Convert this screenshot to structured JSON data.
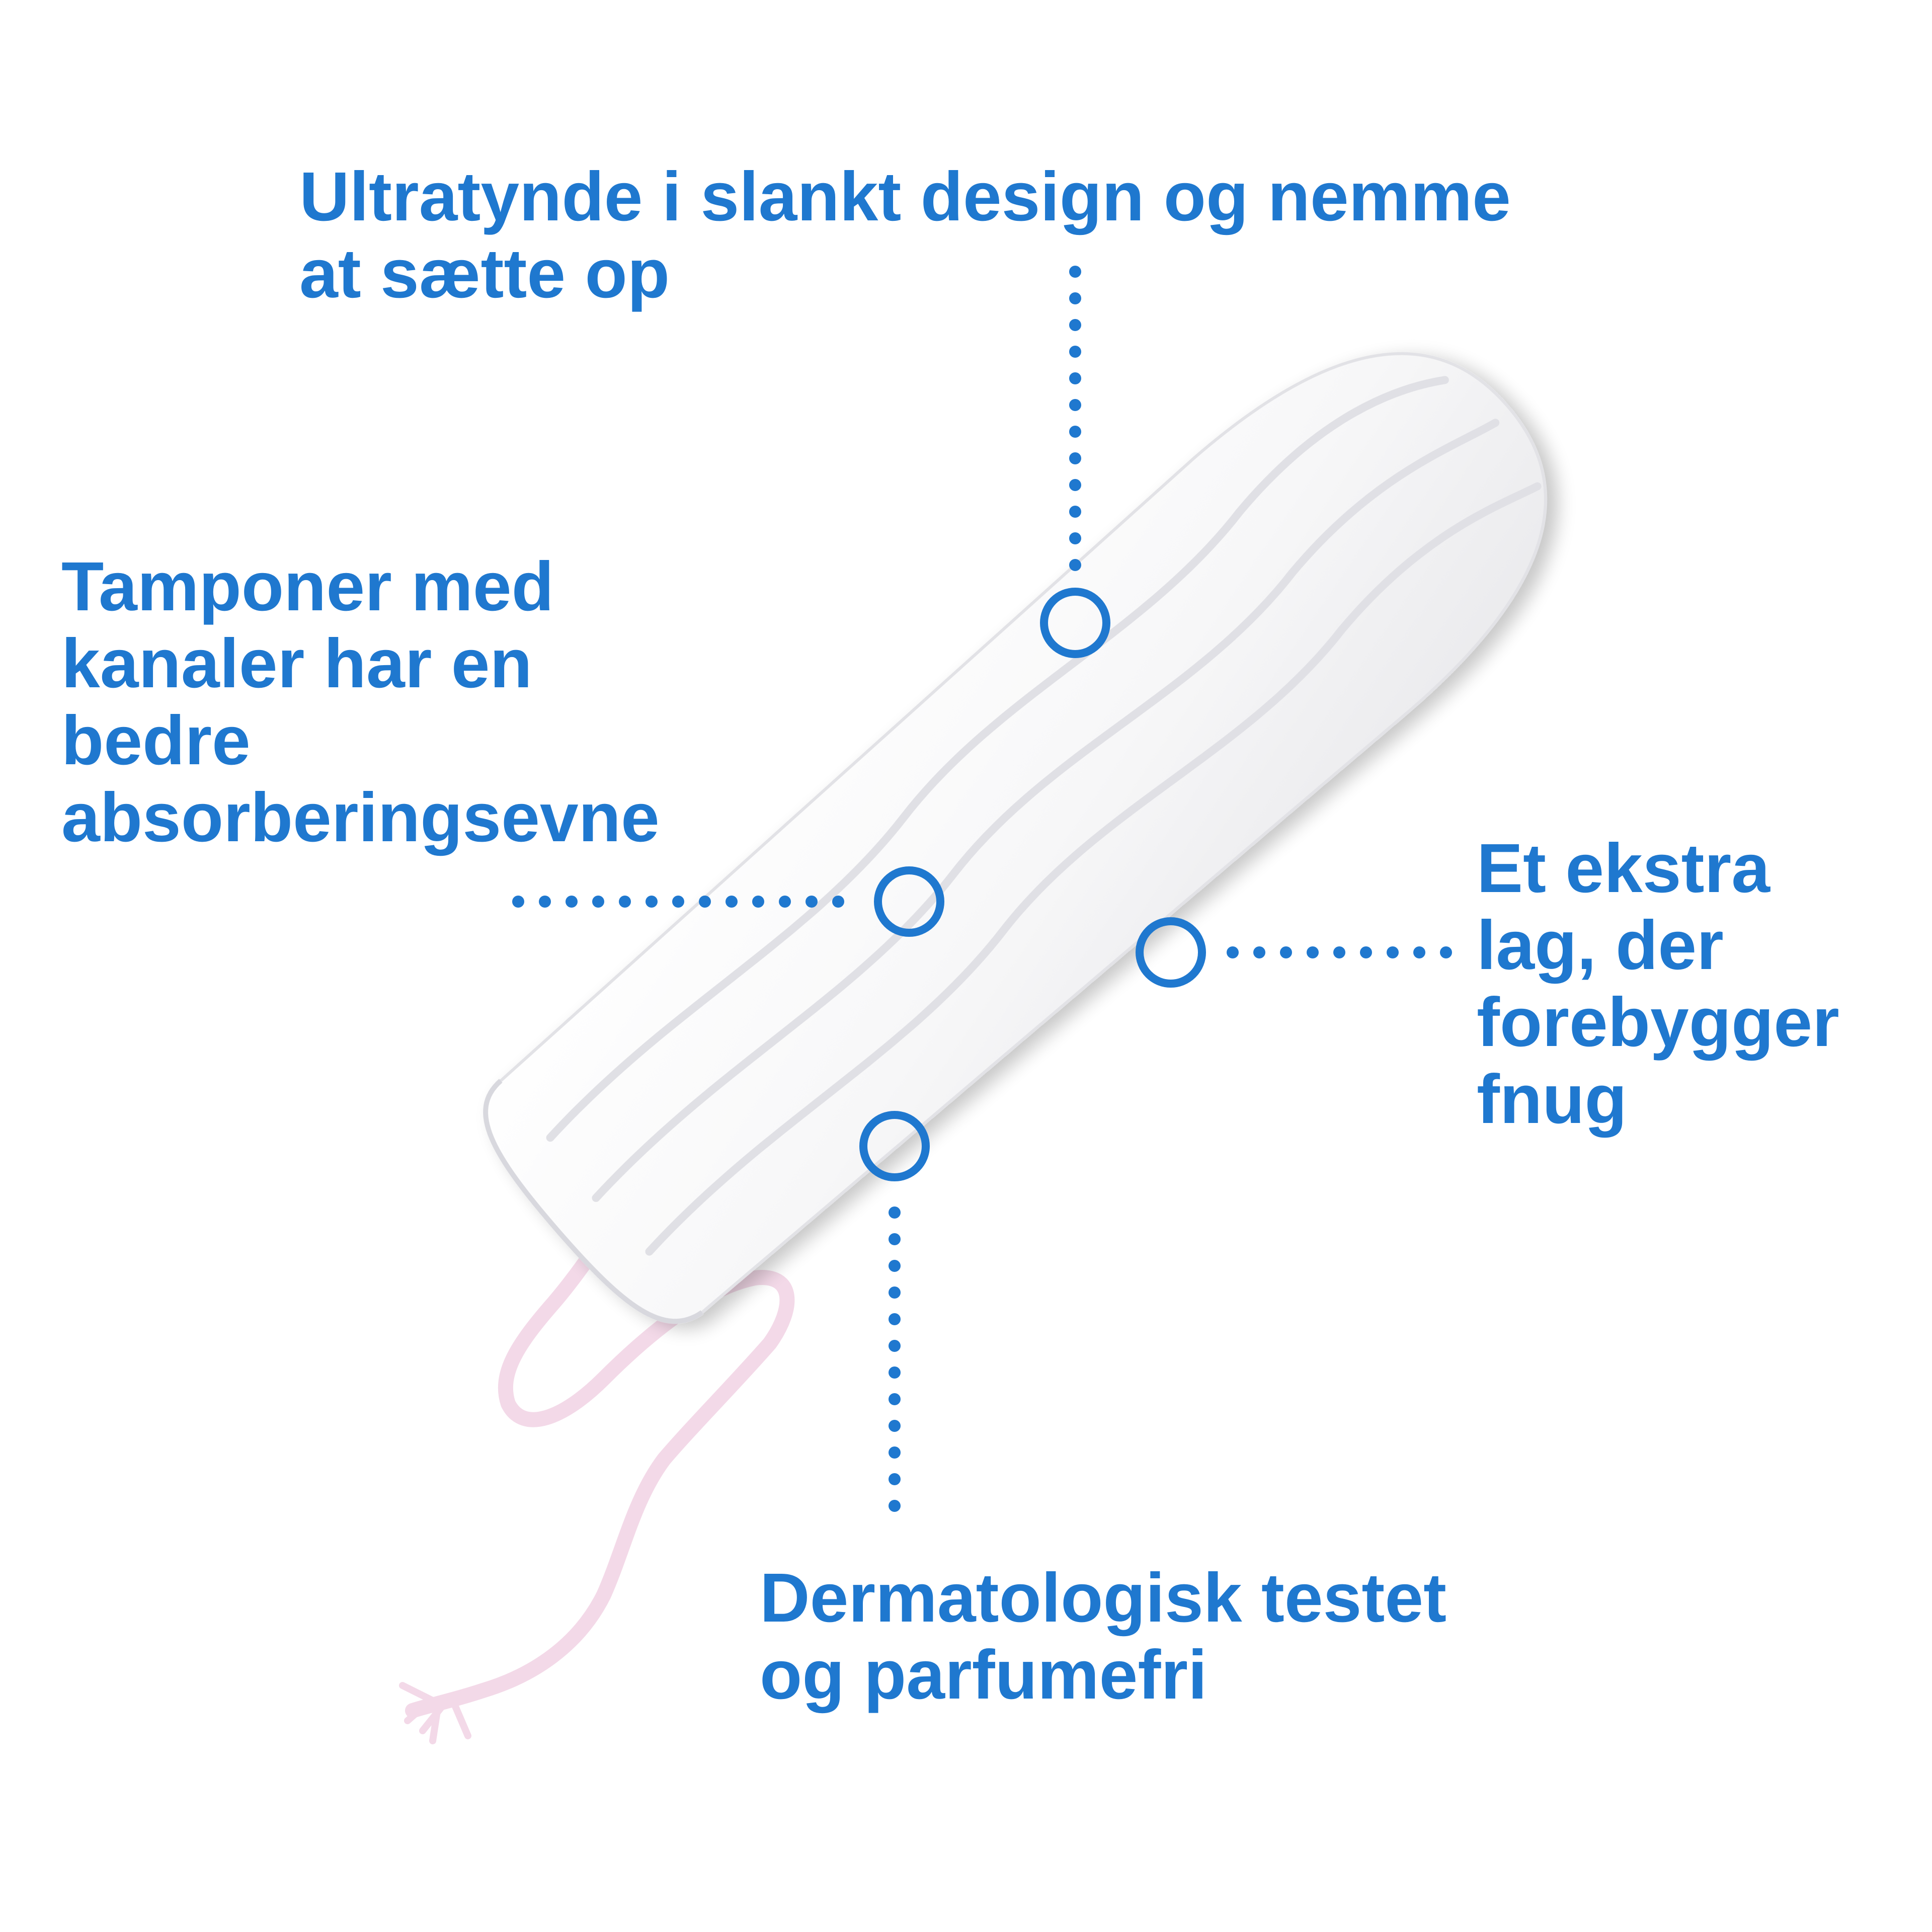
{
  "colors": {
    "accent": "#1f78cf",
    "string": "#f3d9e8",
    "background": "#ffffff"
  },
  "callouts": {
    "top": [
      "Ultratynde i slankt design og nemme",
      "at sætte op"
    ],
    "left": [
      "Tamponer med",
      "kanaler har en",
      "bedre",
      "absorberingsevne"
    ],
    "right": [
      "Et ekstra",
      "lag, der",
      "forebygger",
      "fnug"
    ],
    "bottom": [
      "Dermatologisk testet",
      "og parfumefri"
    ]
  }
}
